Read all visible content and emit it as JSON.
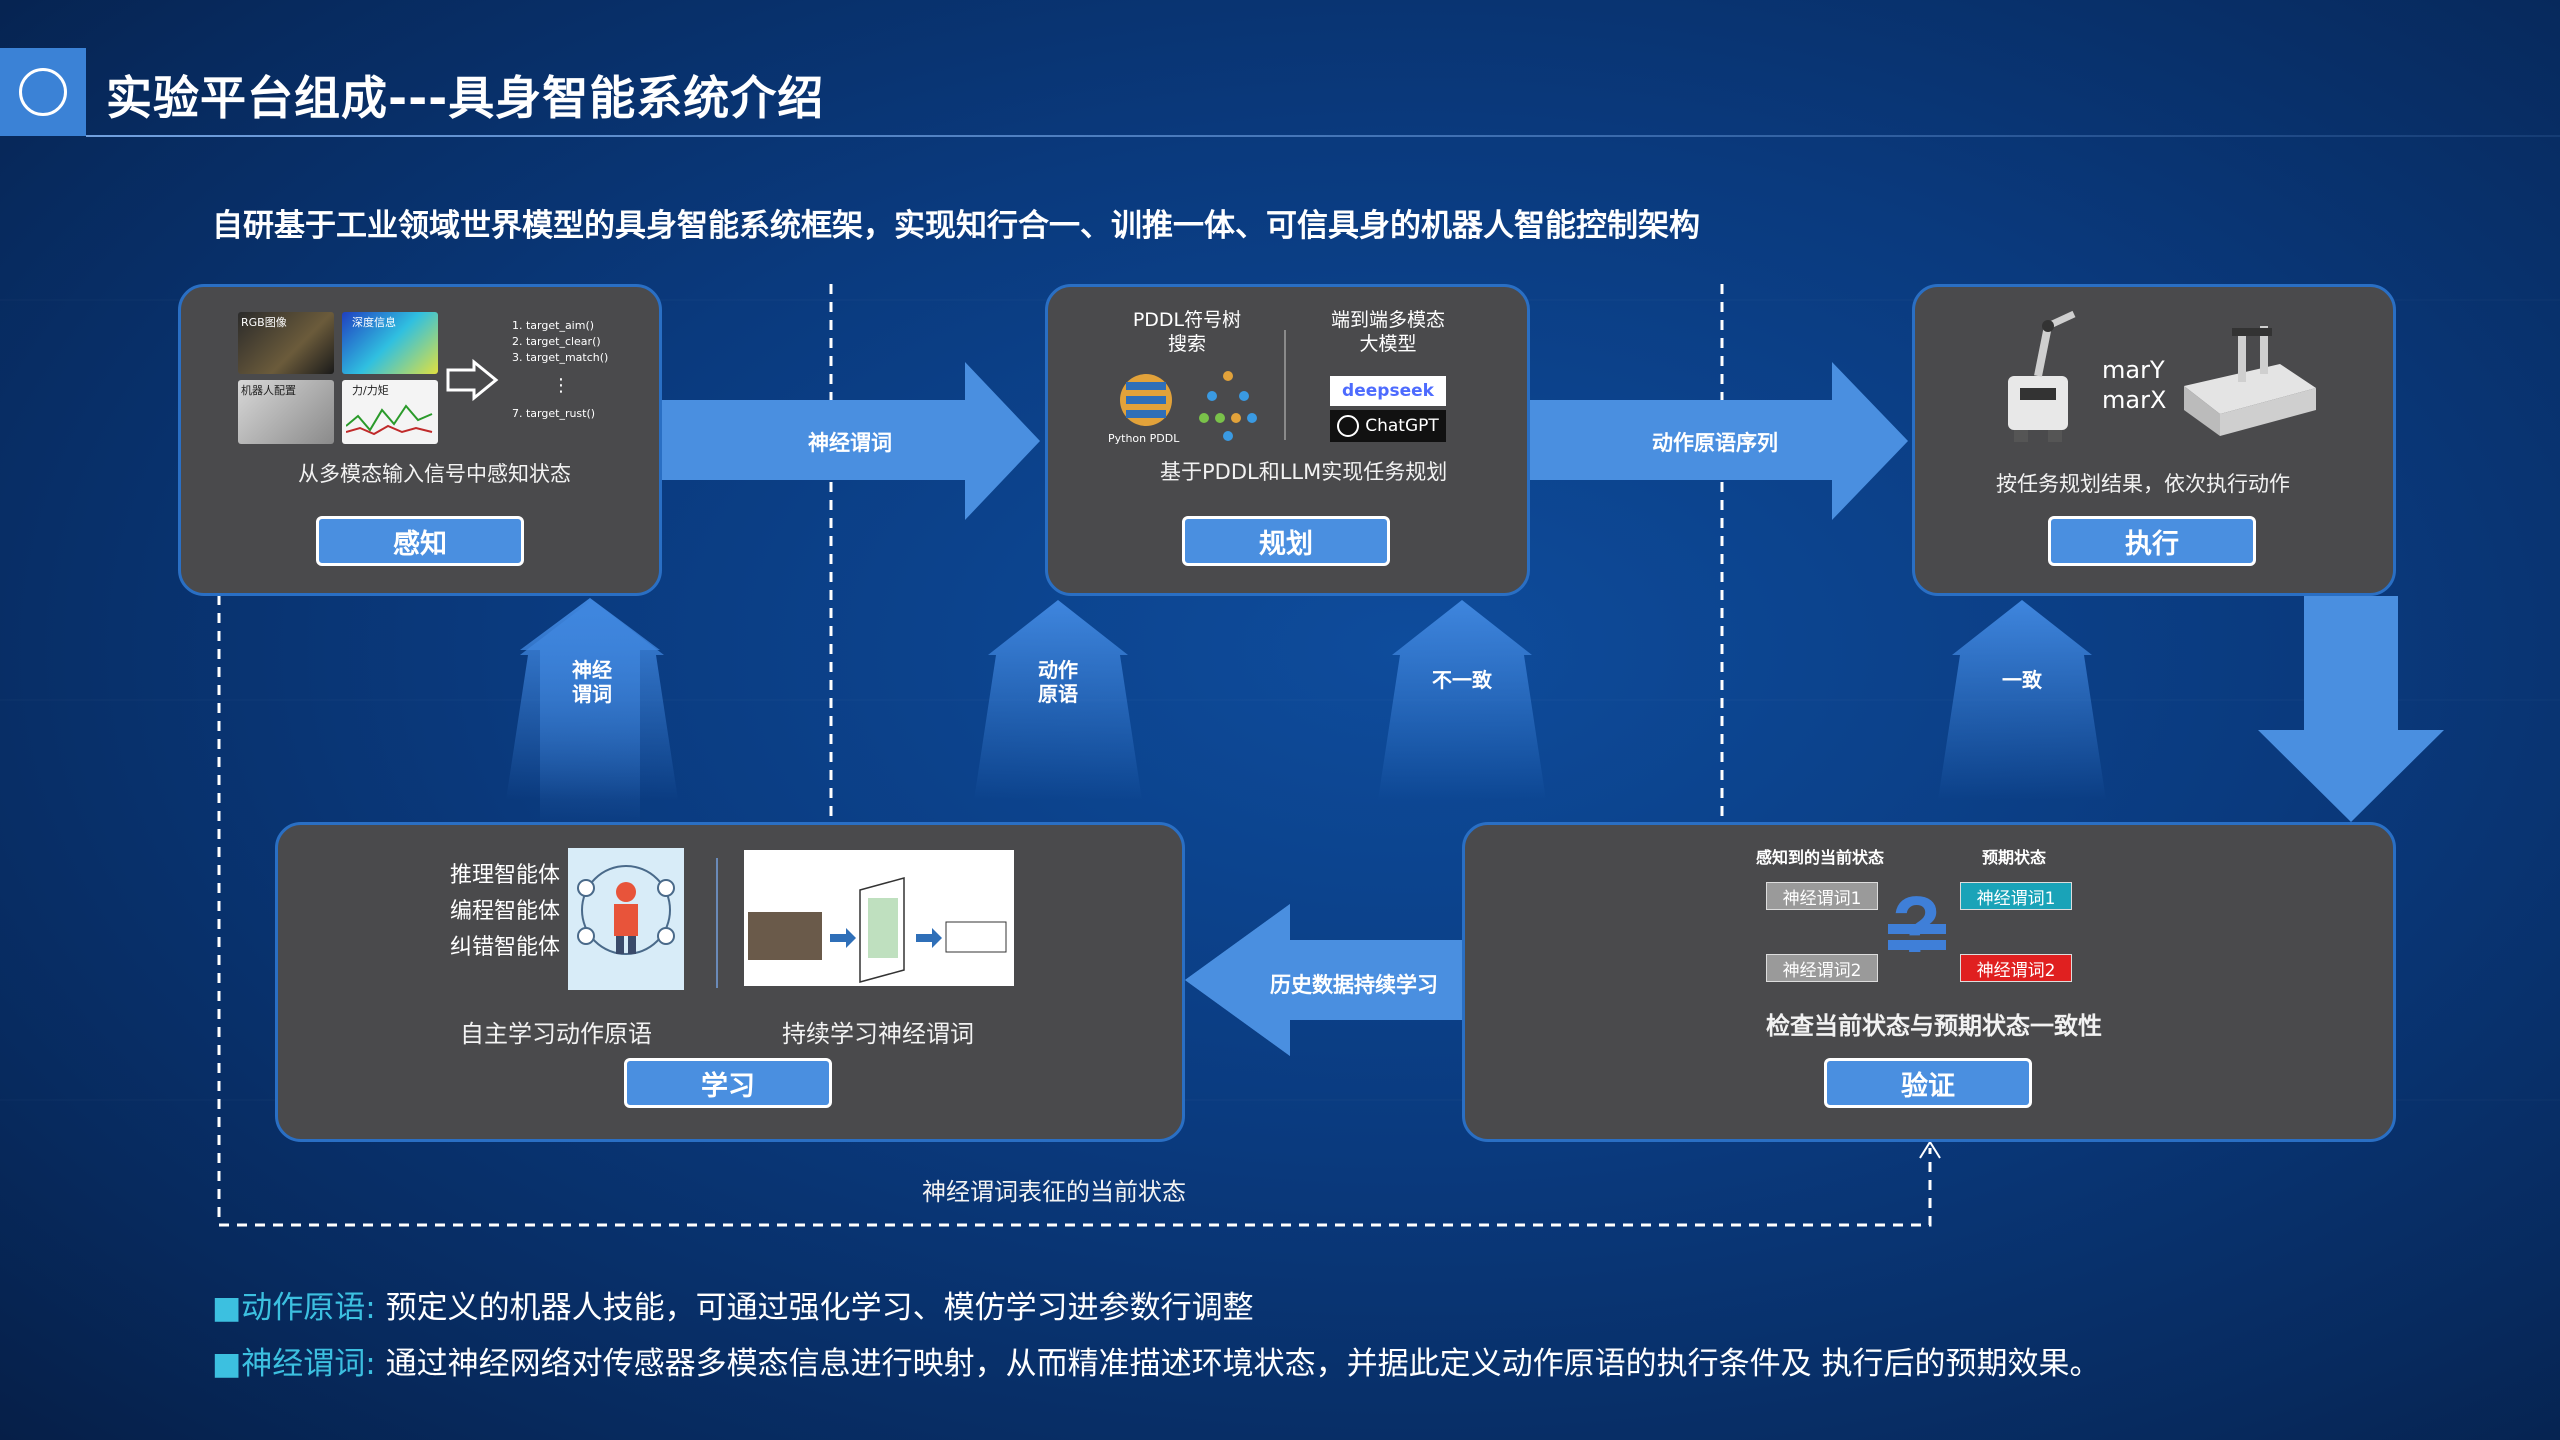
{
  "header": {
    "title": "实验平台组成---具身智能系统介绍"
  },
  "subtitle": "自研基于工业领域世界模型的具身智能系统框架，实现知行合一、训推一体、可信具身的机器人智能控制架构",
  "colors": {
    "accent": "#4a8fe0",
    "panel": "#4a4a4c",
    "border": "#2a6fc4",
    "teal": "#1aa3b8",
    "red": "#e02020"
  },
  "perception": {
    "button": "感知",
    "caption": "从多模态输入信号中感知状态",
    "tiles": [
      "RGB图像",
      "深度信息",
      "机器人配置",
      "力/力矩"
    ],
    "targets": [
      "1. target_aim()",
      "2. target_clear()",
      "3. target_match()",
      "⋮",
      "7. target_rust()"
    ]
  },
  "planning": {
    "button": "规划",
    "caption": "基于PDDL和LLM实现任务规划",
    "left_title": "PDDL符号树\n搜索",
    "right_title": "端到端多模态\n大模型",
    "python_label": "Python PDDL",
    "logos": [
      "deepseek",
      "ChatGPT"
    ]
  },
  "execution": {
    "button": "执行",
    "caption": "按任务规划结果，依次执行动作",
    "robots": [
      "marY",
      "marX"
    ]
  },
  "learning": {
    "button": "学习",
    "agents": [
      "推理智能体",
      "编程智能体",
      "纠错智能体"
    ],
    "left_caption": "自主学习动作原语",
    "right_caption": "持续学习神经谓词"
  },
  "verification": {
    "button": "验证",
    "caption": "检查当前状态与预期状态一致性",
    "current_label": "感知到的当前状态",
    "expected_label": "预期状态",
    "current_tags": [
      "神经谓词1",
      "神经谓词2"
    ],
    "expected_tags": [
      "神经谓词1",
      "神经谓词2"
    ]
  },
  "arrows": {
    "h1": "神经谓词",
    "h2": "动作原语序列",
    "h3": "历史数据持续学习",
    "u1": "神经\n谓词",
    "u2": "动作\n原语",
    "u3": "不一致",
    "u4": "一致"
  },
  "loop_label": "神经谓词表征的当前状态",
  "notes": [
    {
      "term": "动作原语",
      "sep": ":",
      "text": "预定义的机器人技能，可通过强化学习、模仿学习进参数行调整"
    },
    {
      "term": "神经谓词",
      "sep": ":",
      "text": "通过神经网络对传感器多模态信息进行映射，从而精准描述环境状态，并据此定义动作原语的执行条件及 执行后的预期效果。"
    }
  ]
}
